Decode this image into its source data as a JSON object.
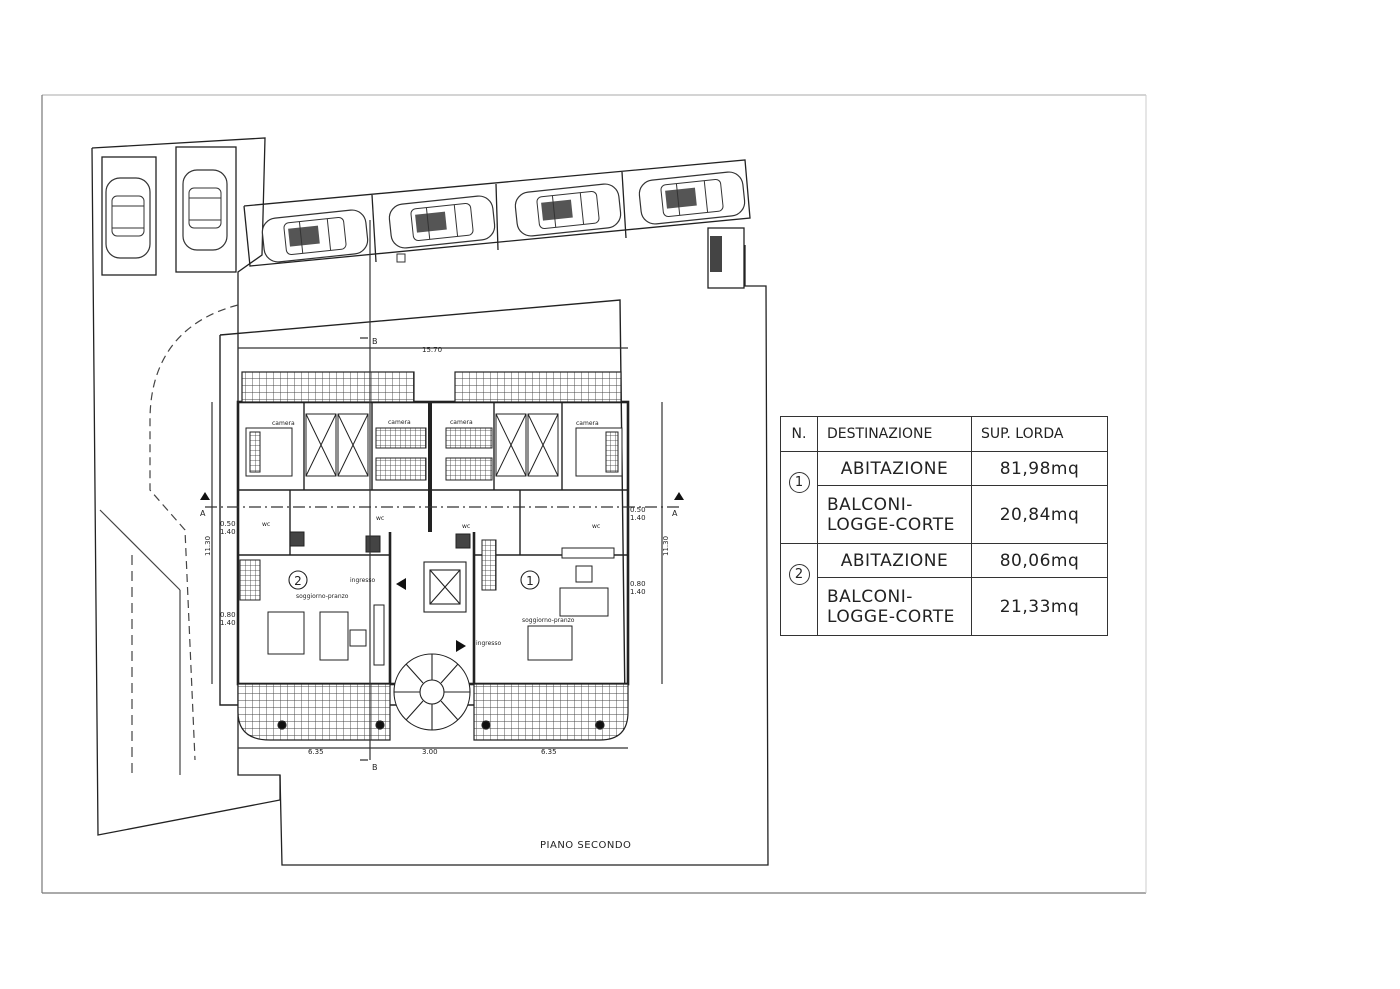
{
  "plan": {
    "caption": "PIANO SECONDO",
    "section_marker_a": "A",
    "section_marker_b": "B",
    "dim_total_width": "15.70",
    "dim_bottom_left": "6.35",
    "dim_bottom_center": "3.00",
    "dim_bottom_right": "6.35",
    "dim_side_left": "11.30",
    "dim_side_right": "11.30",
    "window_dim_1": "0.50",
    "window_dim_2": "1.40",
    "window_dim_3": "0.80",
    "window_dim_4": "1.40",
    "room_camera": "camera",
    "room_wc": "wc",
    "room_ingresso": "ingresso",
    "room_soggiorno": "soggiorno-pranzo",
    "unit_1_label": "1",
    "unit_2_label": "2"
  },
  "table": {
    "headers": {
      "num": "N.",
      "dest": "DESTINAZIONE",
      "sup": "SUP. LORDA"
    },
    "rows": [
      {
        "num": "1",
        "dest": "ABITAZIONE",
        "sup": "81,98mq"
      },
      {
        "dest_line1": "BALCONI-",
        "dest_line2": "LOGGE-CORTE",
        "sup": "20,84mq"
      },
      {
        "num": "2",
        "dest": "ABITAZIONE",
        "sup": "80,06mq"
      },
      {
        "dest_line1": "BALCONI-",
        "dest_line2": "LOGGE-CORTE",
        "sup": "21,33mq"
      }
    ]
  }
}
